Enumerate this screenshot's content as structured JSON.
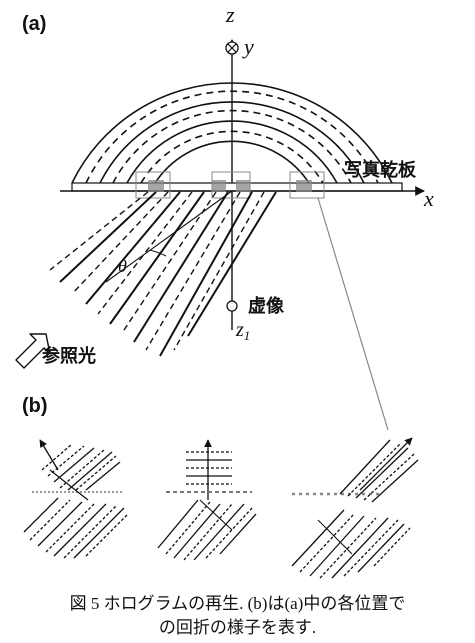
{
  "panel_a": {
    "label": "(a)",
    "axis_z": "z",
    "axis_y": "y",
    "axis_x": "x",
    "plate_label": "写真乾板",
    "angle_label": "θ",
    "virtual_image_label": "虚像",
    "z1_label": "z",
    "z1_sub": "1",
    "reference_label": "参照光"
  },
  "panel_b": {
    "label": "(b)"
  },
  "caption": {
    "line1": "図 5 ホログラムの再生. (b)は(a)中の各位置で",
    "line2": "の回折の様子を表す."
  }
}
